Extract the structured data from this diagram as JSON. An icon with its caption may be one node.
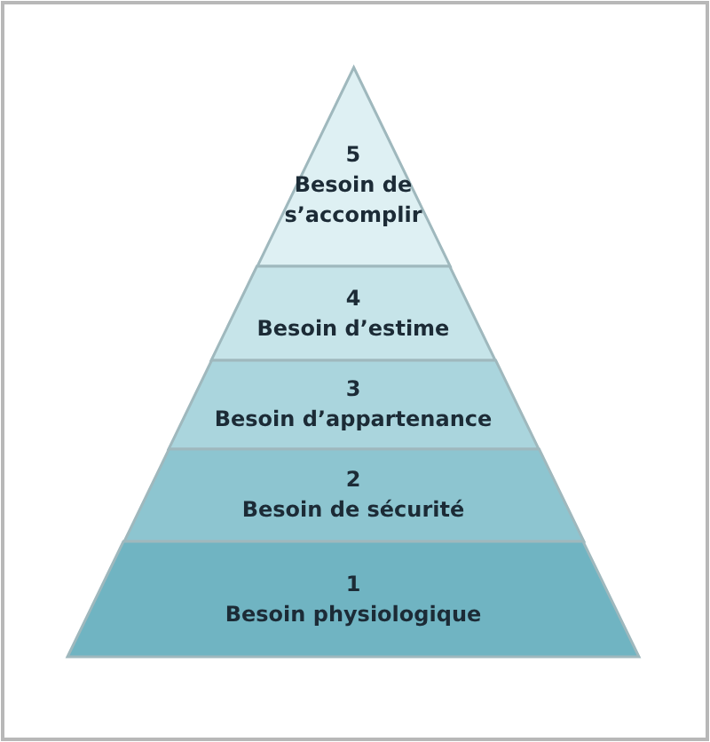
{
  "diagram": {
    "nodes": [
      {
        "text": [
          "5",
          "Besoin de s’accomplir"
        ]
      },
      {
        "text": [
          "4",
          "Besoin d’estime"
        ]
      },
      {
        "text": [
          "3",
          "Besoin d’appartenance"
        ]
      },
      {
        "text": [
          "2",
          "Besoin de sécurité"
        ]
      },
      {
        "text": [
          "1",
          "Besoin physiologique"
        ]
      }
    ]
  }
}
